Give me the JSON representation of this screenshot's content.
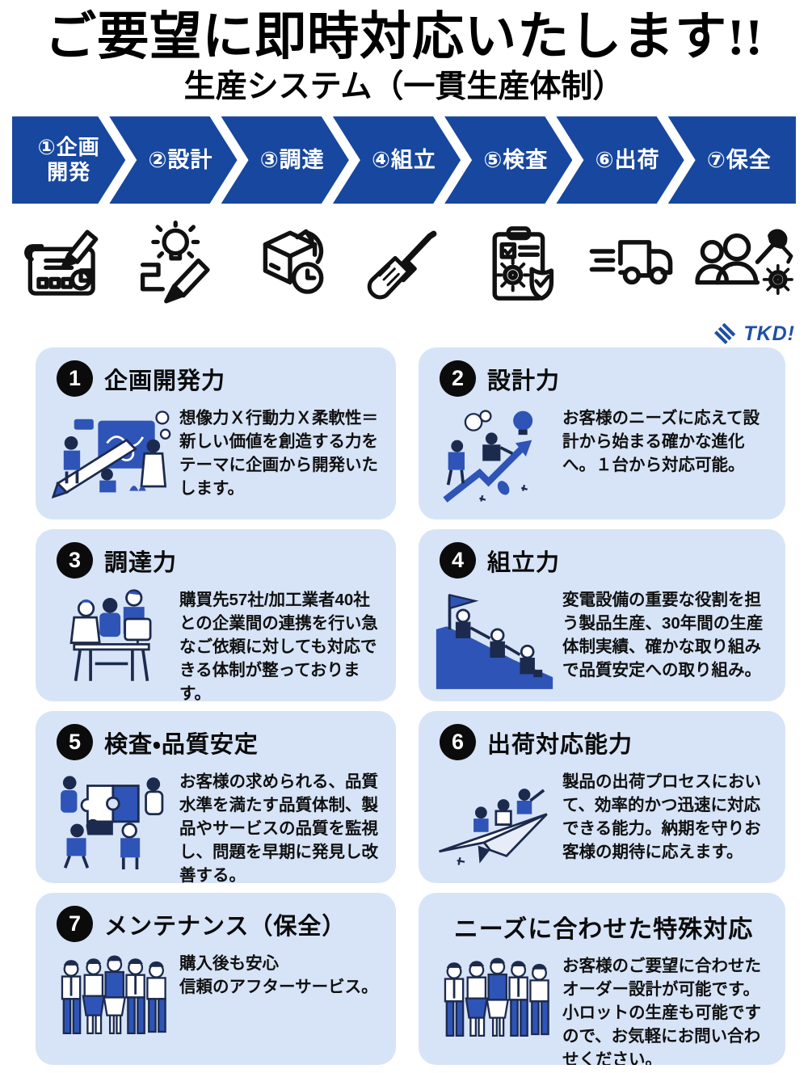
{
  "header": {
    "title": "ご要望に即時対応いたします!!",
    "subtitle": "生産システム（一貫生産体制）"
  },
  "process": {
    "steps": [
      {
        "line1": "①企画",
        "line2": "開発"
      },
      {
        "line1": "②設計"
      },
      {
        "line1": "③調達"
      },
      {
        "line1": "④組立"
      },
      {
        "line1": "⑤検査"
      },
      {
        "line1": "⑥出荷"
      },
      {
        "line1": "⑦保全"
      }
    ]
  },
  "icons": [
    "blueprint-pencil-icon",
    "idea-pencil-icon",
    "box-clock-icon",
    "screwdriver-icon",
    "clipboard-gear-shield-icon",
    "delivery-truck-icon",
    "people-tools-icon"
  ],
  "logo": {
    "text": "TKD!"
  },
  "cards": [
    {
      "number": "1",
      "title": "企画開発力",
      "body": "想像力Ｘ行動力Ｘ柔軟性＝新しい価値を創造する力をテーマに企画から開発いたします。"
    },
    {
      "number": "2",
      "title": "設計力",
      "body": "お客様のニーズに応えて設計から始まる確かな進化へ。１台から対応可能。"
    },
    {
      "number": "3",
      "title": "調達力",
      "body": "購買先57社/加工業者40社との企業間の連携を行い急なご依頼に対しても対応できる体制が整っております。"
    },
    {
      "number": "4",
      "title": "組立力",
      "body": "変電設備の重要な役割を担う製品生産、30年間の生産体制実績、確かな取り組みで品質安定への取り組み。"
    },
    {
      "number": "5",
      "title": "検査・品質安定",
      "body": "お客様の求められる、品質水準を満たす品質体制、製品やサービスの品質を監視し、問題を早期に発見し改善する。"
    },
    {
      "number": "6",
      "title": "出荷対応能力",
      "body": "製品の出荷プロセスにおいて、効率的かつ迅速に対応できる能力。納期を守りお客様の期待に応えます。"
    },
    {
      "number": "7",
      "title": "メンテナンス（保全）",
      "body": "購入後も安心\n信頼のアフターサービス。"
    },
    {
      "number": "",
      "title": "ニーズに合わせた特殊対応",
      "body": "お客様のご要望に合わせたオーダー設計が可能です。小ロットの生産も可能ですので、お気軽にお問い合わせください。"
    }
  ],
  "colors": {
    "arrow_blue": "#17479e",
    "card_background": "#d7e4f7",
    "logo_blue": "#1d4fa5",
    "illustration_blue": "#2e54b7",
    "illustration_navy": "#1c2a4e",
    "text_black": "#0c0c0c"
  }
}
